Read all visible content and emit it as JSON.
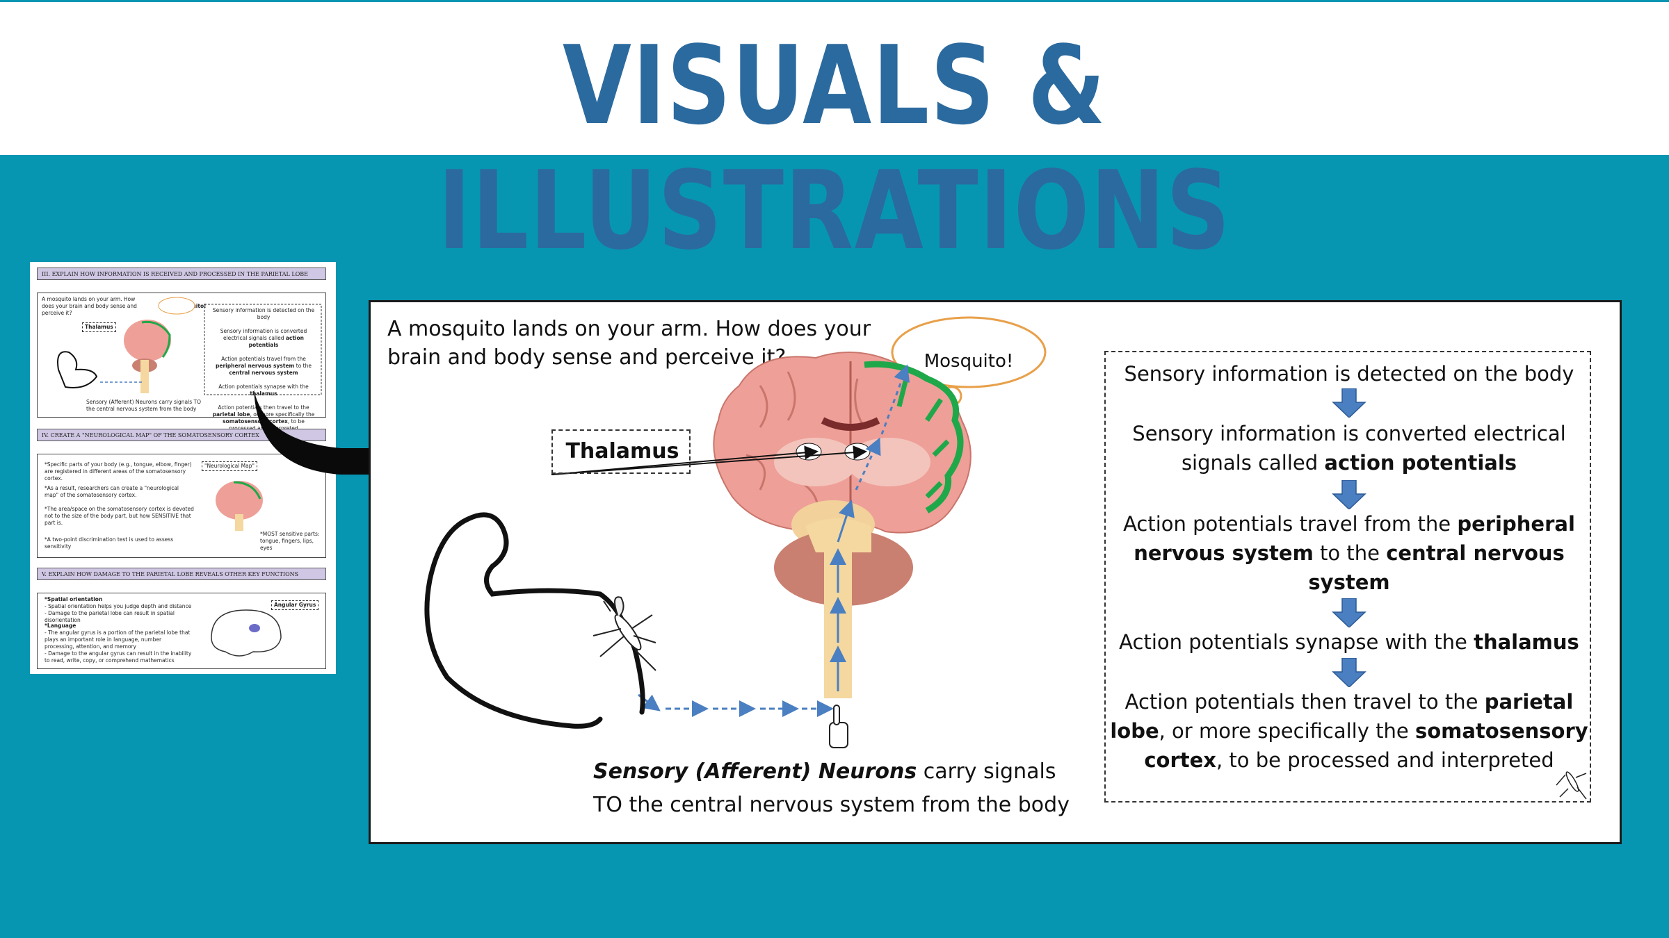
{
  "header": {
    "title": "VISUALS & ILLUSTRATIONS"
  },
  "thumbnail": {
    "section3_title": "III. EXPLAIN HOW INFORMATION IS RECEIVED AND PROCESSED IN THE PARIETAL LOBE",
    "section4_title": "IV. CREATE A \"NEUROLOGICAL MAP\" OF THE SOMATOSENSORY CORTEX",
    "section5_title": "V. EXPLAIN HOW DAMAGE TO THE PARIETAL LOBE REVEALS OTHER KEY FUNCTIONS",
    "s3_question": "A mosquito lands on your arm. How does your brain and body sense and perceive it?",
    "s3_thalamus": "Thalamus",
    "s3_bubble": "Mosquito!",
    "s3_caption": "Sensory (Afferent) Neurons carry signals TO the central nervous system from the body",
    "s4_text1": "*Specific parts of your body (e.g., tongue, elbow, finger) are registered in different areas of the somatosensory cortex.",
    "s4_text2": "*As a result, researchers can create a \"neurological map\" of the somatosensory cortex.",
    "s4_text3": "*The area/space on the somatosensory cortex is devoted not to the size of the body part, but how SENSITIVE that part is.",
    "s4_text4": "*A two-point discrimination test is used to assess sensitivity",
    "s4_map_label": "\"Neurological Map\"",
    "s4_sensitive": "*MOST sensitive parts: tongue, fingers, lips, eyes",
    "s5_spatial_head": "*Spatial orientation",
    "s5_spatial_1": "- Spatial orientation helps you judge depth and distance",
    "s5_spatial_2": "- Damage to the parietal lobe can result in spatial disorientation",
    "s5_lang_head": "*Language",
    "s5_lang_1": "- The angular gyrus is a portion of the parietal lobe that plays an important role in language, number processing, attention, and memory",
    "s5_lang_2": "- Damage to the angular gyrus can result in the inability to read, write, copy, or comprehend mathematics",
    "s5_gyrus": "Angular Gyrus"
  },
  "figure": {
    "question": "A mosquito lands on your arm. How does your brain and body sense and perceive it?",
    "thalamus_label": "Thalamus",
    "thought_bubble": "Mosquito!",
    "caption_italic": "Sensory (Afferent) Neurons",
    "caption_rest": " carry signals",
    "caption_line2": "TO the central nervous system from the body",
    "flow": {
      "s1": "Sensory information is detected on the body",
      "s2a": "Sensory information is converted electrical",
      "s2b": "signals called ",
      "s2c": "action potentials",
      "s3a": "Action potentials travel from the ",
      "s3b": "peripheral",
      "s3c": "nervous system",
      "s3d": " to the ",
      "s3e": "central nervous",
      "s3f": "system",
      "s4a": "Action potentials synapse with the ",
      "s4b": "thalamus",
      "s5a": "Action potentials then travel to the ",
      "s5b": "parietal",
      "s5c": "lobe",
      "s5d": ", or more specifically the ",
      "s5e": "somatosensory",
      "s5f": "cortex",
      "s5g": ", to be processed and interpreted"
    }
  },
  "colors": {
    "background": "#0796b2",
    "title": "#2b6a9e",
    "arrow_blue": "#4a7fc1",
    "brain_pink": "#eea49c",
    "cortex_green": "#1fa84a"
  }
}
